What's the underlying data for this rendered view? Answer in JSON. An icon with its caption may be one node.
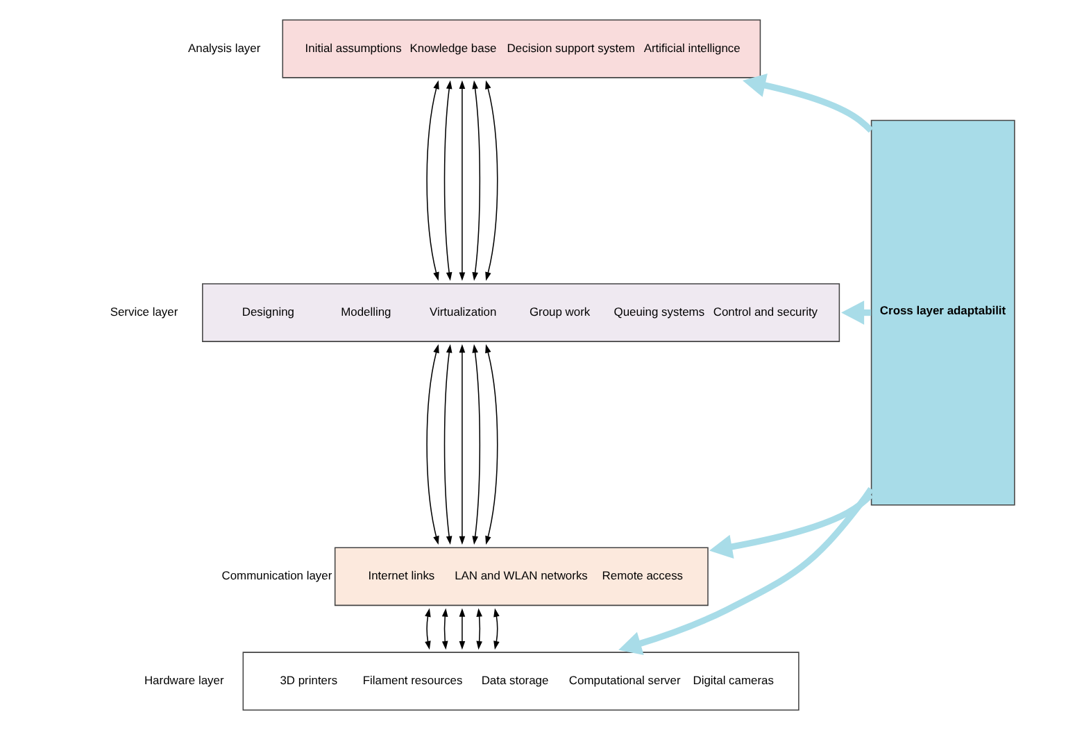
{
  "diagram": {
    "nodes": [
      {
        "text": [
          "Analysis layer",
          "Initial assumptions",
          "Knowledge base",
          "Decision support system",
          "Artificial intellignce"
        ]
      },
      {
        "text": [
          "Service layer",
          "Designing",
          "Modelling",
          "Virtualization",
          "Group work",
          "Queuing systems",
          "Control and security"
        ]
      },
      {
        "text": [
          "Communication layer",
          "Internet links",
          "LAN and WLAN networks",
          "Remote access"
        ]
      },
      {
        "text": [
          "Hardware layer",
          "3D printers",
          "Filament resources",
          "Data storage",
          "Computational server",
          "Digital cameras"
        ]
      },
      {
        "text": [
          "Cross layer adaptabilit"
        ]
      }
    ],
    "edges": [
      {
        "from": 0,
        "to": 1,
        "arrow": "both"
      },
      {
        "from": 0,
        "to": 1,
        "arrow": "both"
      },
      {
        "from": 0,
        "to": 1,
        "arrow": "both"
      },
      {
        "from": 0,
        "to": 1,
        "arrow": "both"
      },
      {
        "from": 0,
        "to": 1,
        "arrow": "both"
      },
      {
        "from": 1,
        "to": 2,
        "arrow": "both"
      },
      {
        "from": 1,
        "to": 2,
        "arrow": "both"
      },
      {
        "from": 1,
        "to": 2,
        "arrow": "both"
      },
      {
        "from": 1,
        "to": 2,
        "arrow": "both"
      },
      {
        "from": 1,
        "to": 2,
        "arrow": "both"
      },
      {
        "from": 2,
        "to": 3,
        "arrow": "both"
      },
      {
        "from": 2,
        "to": 3,
        "arrow": "both"
      },
      {
        "from": 2,
        "to": 3,
        "arrow": "both"
      },
      {
        "from": 2,
        "to": 3,
        "arrow": "both"
      },
      {
        "from": 2,
        "to": 3,
        "arrow": "both"
      },
      {
        "from": 4,
        "to": 0,
        "arrow": "to",
        "style": "thick",
        "color": "#a8dce8"
      },
      {
        "from": 4,
        "to": 1,
        "arrow": "to",
        "style": "thick",
        "color": "#a8dce8"
      },
      {
        "from": 4,
        "to": 2,
        "arrow": "to",
        "style": "thick",
        "color": "#a8dce8"
      },
      {
        "from": 4,
        "to": 3,
        "arrow": "to",
        "style": "thick",
        "color": "#a8dce8"
      }
    ]
  }
}
